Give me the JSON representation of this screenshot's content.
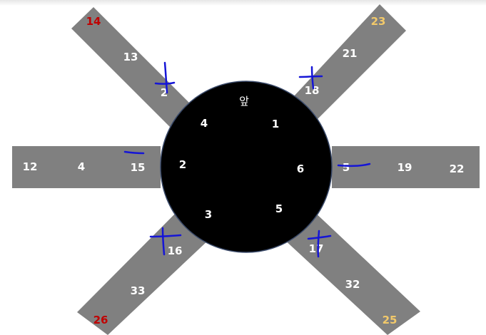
{
  "colors": {
    "arm": "#808080",
    "center": "#000000",
    "label_white": "#ffffff",
    "label_red": "#c00000",
    "label_gold": "#f2c96a",
    "pen_marks": "#1515d6"
  },
  "center": {
    "front_label": "앞",
    "numbers": [
      "4",
      "1",
      "2",
      "6",
      "3",
      "5"
    ]
  },
  "arms": {
    "upper_left": {
      "numbers": [
        "14",
        "13",
        "2"
      ]
    },
    "upper_right": {
      "numbers": [
        "23",
        "21",
        "18"
      ]
    },
    "left": {
      "numbers": [
        "12",
        "4",
        "15"
      ]
    },
    "right": {
      "numbers": [
        "5",
        "19",
        "22"
      ]
    },
    "lower_left": {
      "numbers": [
        "16",
        "33",
        "26"
      ]
    },
    "lower_right": {
      "numbers": [
        "17",
        "32",
        "25"
      ]
    }
  },
  "pen_marks": [
    "cross",
    "cross",
    "dash",
    "dash",
    "cross",
    "cross"
  ]
}
